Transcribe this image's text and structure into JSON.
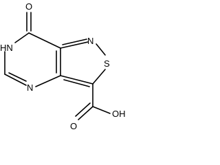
{
  "molecule": {
    "atoms": {
      "carbonyl_oxygen": "O",
      "ring_nh": "HN",
      "ring_n_bottom": "N",
      "isothiazole_n": "N",
      "isothiazole_s": "S",
      "acid_carbonyl_oxygen": "O",
      "acid_hydroxyl": "OH"
    }
  }
}
